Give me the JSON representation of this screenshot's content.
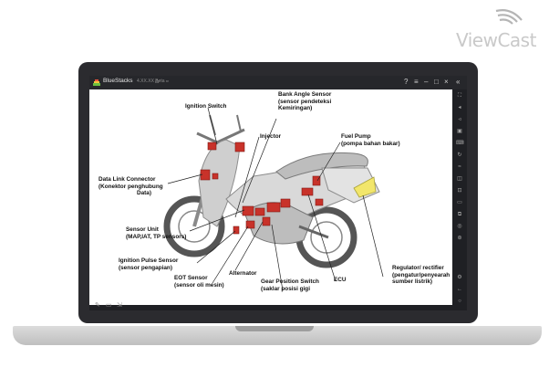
{
  "brand": {
    "logo_text": "ViewCast"
  },
  "window": {
    "app_title": "BlueStacks",
    "version": "4.XX.XX Beta"
  },
  "diagram": {
    "labels": {
      "ignition_switch": "Ignition Switch",
      "bank_angle_1": "Bank Angle Sensor",
      "bank_angle_2": "(sensor pendeteksi",
      "bank_angle_3": "Kemiringan)",
      "injector": "Injector",
      "fuel_pump_1": "Fuel Pump",
      "fuel_pump_2": "(pompa bahan bakar)",
      "dlc_1": "Data Link Connector",
      "dlc_2": "(Konektor penghubung",
      "dlc_3": "Data)",
      "sensor_unit_1": "Sensor Unit",
      "sensor_unit_2": "(MAP,IAT, TP sensors)",
      "ignition_pulse_1": "Ignition Pulse Sensor",
      "ignition_pulse_2": "(sensor pengapian)",
      "eot_1": "EOT Sensor",
      "eot_2": "(sensor oli mesin)",
      "alternator": "Alternator",
      "gear_pos_1": "Gear Position Switch",
      "gear_pos_2": "(saklar posisi gigi",
      "ecu": "ECU",
      "regulator_1": "Regulator/ rectifier",
      "regulator_2": "(pengatur/penyearah",
      "regulator_3": "sumber listrik)"
    }
  },
  "colors": {
    "accent_parts": "#c8322a",
    "highlight_part": "#f2e66b",
    "lid": "#2b2b2f"
  }
}
